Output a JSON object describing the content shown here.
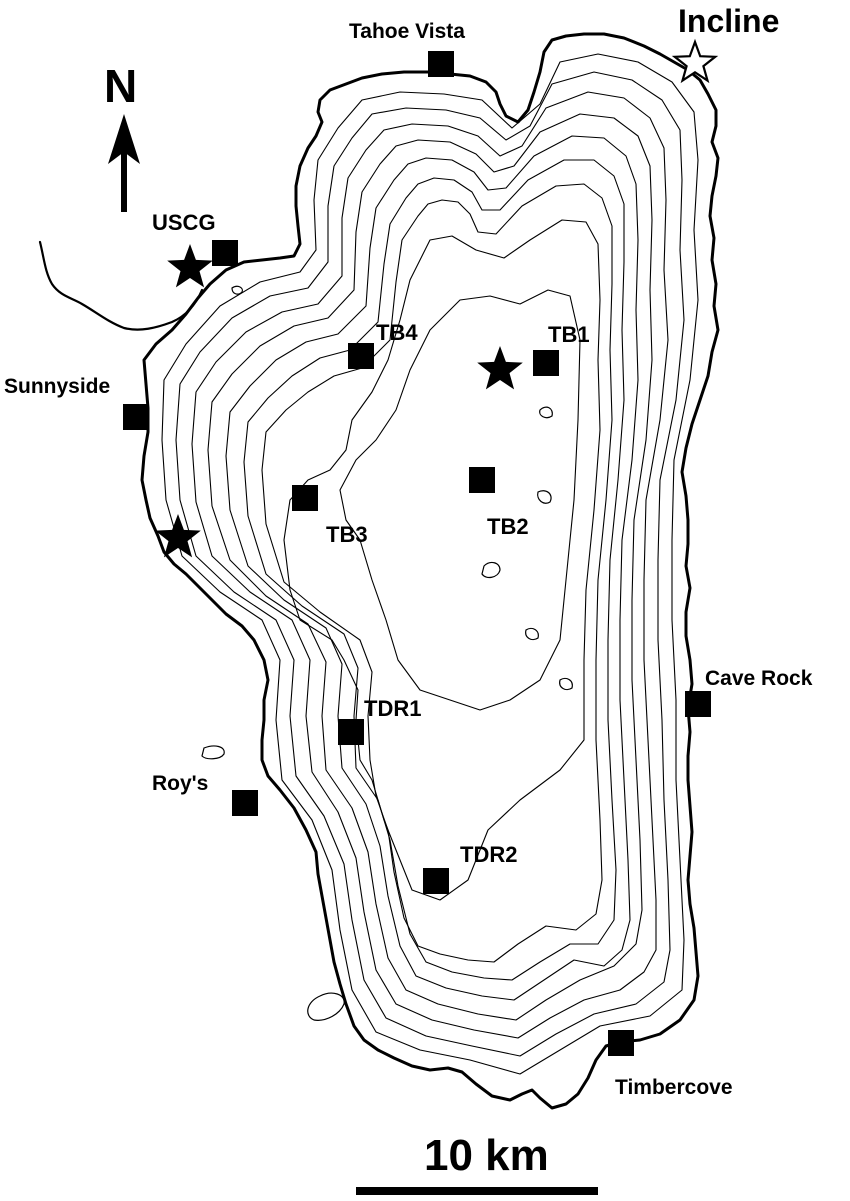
{
  "map": {
    "north_label": "N",
    "scale_label": "10  km",
    "colors": {
      "ink": "#000000",
      "background": "#ffffff"
    }
  },
  "stations": [
    {
      "id": "tahoe-vista",
      "label": "Tahoe Vista",
      "marker": "square"
    },
    {
      "id": "uscg",
      "label": "USCG",
      "marker": "square"
    },
    {
      "id": "tb4",
      "label": "TB4",
      "marker": "square"
    },
    {
      "id": "tb1",
      "label": "TB1",
      "marker": "square"
    },
    {
      "id": "sunnyside",
      "label": "Sunnyside",
      "marker": "square"
    },
    {
      "id": "tb2",
      "label": "TB2",
      "marker": "square"
    },
    {
      "id": "tb3",
      "label": "TB3",
      "marker": "square"
    },
    {
      "id": "cave-rock",
      "label": "Cave Rock",
      "marker": "square"
    },
    {
      "id": "tdr1",
      "label": "TDR1",
      "marker": "square"
    },
    {
      "id": "roys",
      "label": "Roy's",
      "marker": "square"
    },
    {
      "id": "tdr2",
      "label": "TDR2",
      "marker": "square"
    },
    {
      "id": "timbercove",
      "label": "Timbercove",
      "marker": "square"
    }
  ],
  "sites": [
    {
      "id": "incline",
      "label": "Incline",
      "marker": "star-open"
    },
    {
      "id": "uscg-star",
      "label": "",
      "marker": "star-filled"
    },
    {
      "id": "tb1-star",
      "label": "",
      "marker": "star-filled"
    },
    {
      "id": "west-shore-star",
      "label": "",
      "marker": "star-filled"
    }
  ]
}
